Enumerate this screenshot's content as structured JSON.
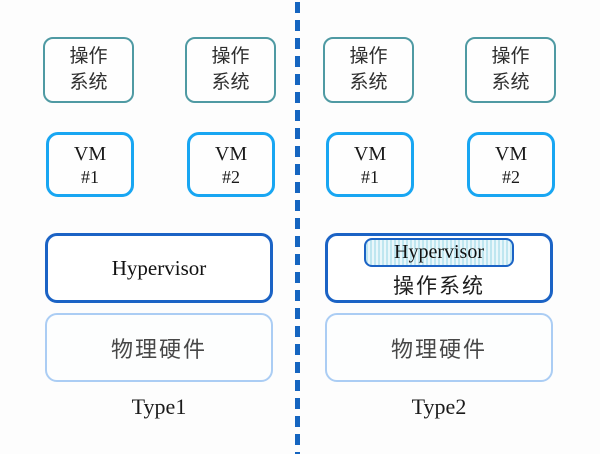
{
  "background": "#fdfdfd",
  "divider_color": "#1565c0",
  "colors": {
    "os_border": "#4f9aa3",
    "vm_border": "#18a6f2",
    "hypervisor_border": "#1b63c5",
    "hardware_border": "#abcdf4",
    "badge_stripe": "#bfe6f0"
  },
  "left": {
    "type_label": "Type1",
    "os_boxes": [
      {
        "line1": "操作",
        "line2": "系统"
      },
      {
        "line1": "操作",
        "line2": "系统"
      }
    ],
    "vm_boxes": [
      {
        "line1": "VM",
        "line2": "#1"
      },
      {
        "line1": "VM",
        "line2": "#2"
      }
    ],
    "hypervisor_label": "Hypervisor",
    "hardware_label": "物理硬件"
  },
  "right": {
    "type_label": "Type2",
    "os_boxes": [
      {
        "line1": "操作",
        "line2": "系统"
      },
      {
        "line1": "操作",
        "line2": "系统"
      }
    ],
    "vm_boxes": [
      {
        "line1": "VM",
        "line2": "#1"
      },
      {
        "line1": "VM",
        "line2": "#2"
      }
    ],
    "hypervisor_label": "Hypervisor",
    "host_os_label": "操作系统",
    "hardware_label": "物理硬件"
  }
}
